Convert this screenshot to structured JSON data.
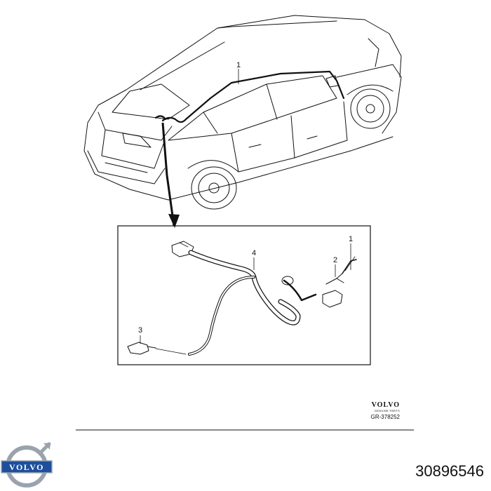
{
  "callouts": {
    "car_cable": "1",
    "detail_cable": "1",
    "connector": "2",
    "clip": "3",
    "harness": "4"
  },
  "drawing_mark": {
    "brand": "VOLVO",
    "subtext": "GENUINE PARTS",
    "code": "GR-378252"
  },
  "logo": {
    "brand": "VOLVO"
  },
  "part_number": "30896546",
  "colors": {
    "line": "#111111",
    "logo_blue": "#1d4f9c",
    "logo_silver": "#9aa3ad"
  }
}
